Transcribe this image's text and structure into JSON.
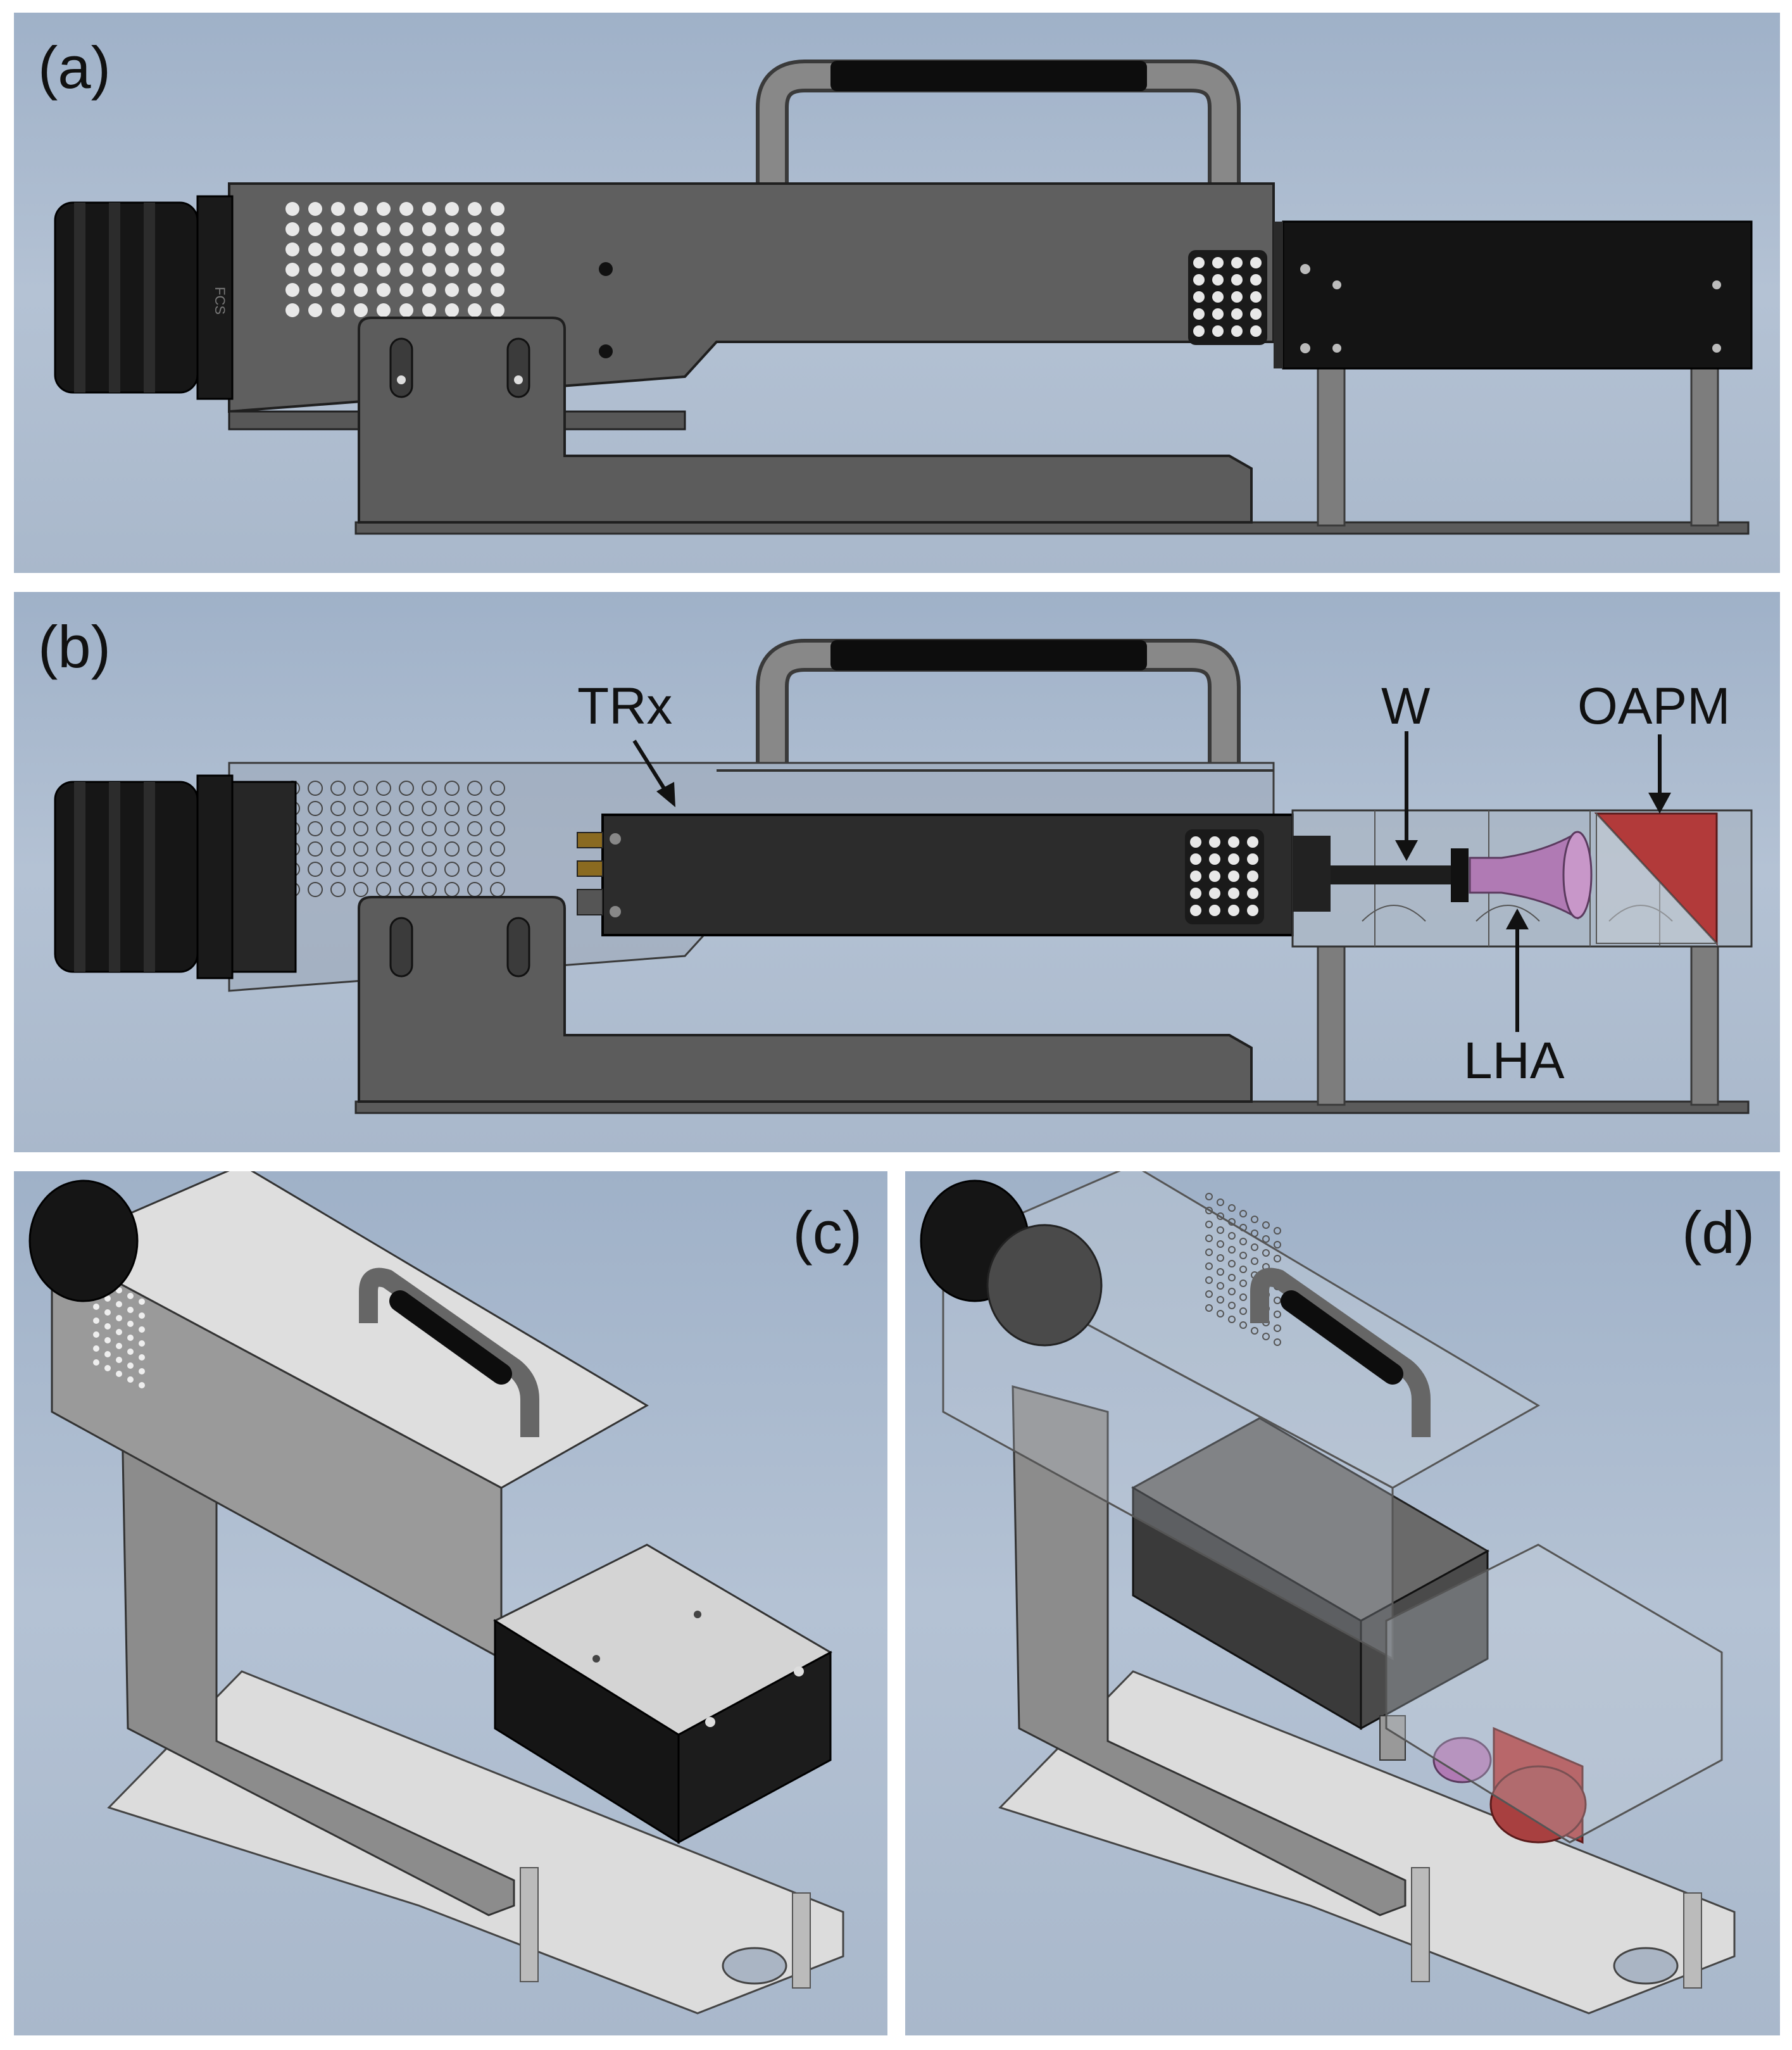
{
  "panels": {
    "a": {
      "label": "(a)"
    },
    "b": {
      "label": "(b)"
    },
    "c": {
      "label": "(c)"
    },
    "d": {
      "label": "(d)"
    }
  },
  "callouts": {
    "trx": "TRx",
    "w": "W",
    "oapm": "OAPM",
    "lha": "LHA"
  },
  "connector_marking": "FCS"
}
